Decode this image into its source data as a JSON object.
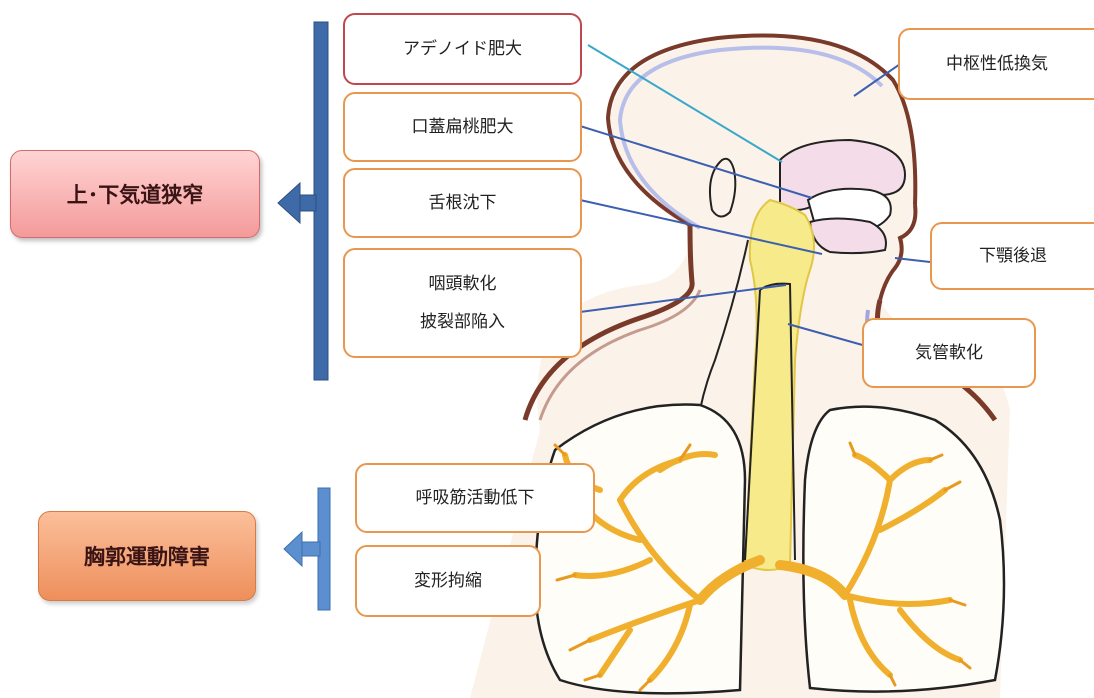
{
  "categories": {
    "upper_airway": "上･下気道狭窄",
    "chest": "胸郭運動障害"
  },
  "factors": {
    "adenoid": "アデノイド肥大",
    "tonsil": "口蓋扁桃肥大",
    "tongue": "舌根沈下",
    "pharynx_line1": "咽頭軟化",
    "pharynx_line2": "披裂部陥入",
    "central": "中枢性低換気",
    "jaw": "下顎後退",
    "trachea": "気管軟化",
    "muscle": "呼吸筋活動低下",
    "deformity": "変形拘縮"
  },
  "colors": {
    "bracket_upper": "#3f6aa8",
    "bracket_lower": "#5b8fd0",
    "box_border": "#e8974e",
    "box_border_first": "#c0474d",
    "leader_blue": "#3d5fb0",
    "leader_teal": "#3aa8c8",
    "airway_yellow": "#f6ea8a",
    "bronchi_orange": "#f0b02e"
  }
}
